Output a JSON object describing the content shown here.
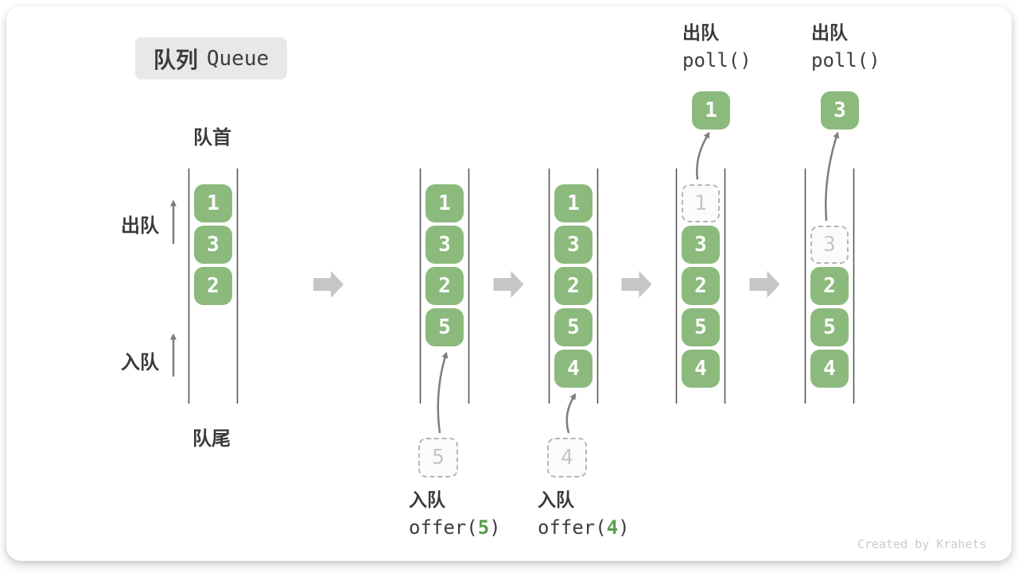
{
  "watermark": "Created by Krahets",
  "title": {
    "zh": "队列",
    "en": "Queue"
  },
  "labels": {
    "head": "队首",
    "tail": "队尾",
    "dequeue": "出队",
    "enqueue": "入队"
  },
  "colors": {
    "box_green": "#8cba7d",
    "box_text": "#ffffff",
    "code_arg_green": "#5a9e50",
    "dashed_border": "#b7b7b7",
    "dashed_text": "#c6c6c6",
    "column_line": "#4f4f4f",
    "arrow_gray": "#7d7d7d",
    "block_arrow_gray": "#c6c6c6",
    "label_text": "#3a3a3a",
    "title_bg": "#e8e8e8",
    "watermark_gray": "#cbcbcb"
  },
  "states": [
    {
      "name": "initial",
      "slots": [
        {
          "v": "1",
          "style": "green"
        },
        {
          "v": "3",
          "style": "green"
        },
        {
          "v": "2",
          "style": "green"
        }
      ]
    },
    {
      "name": "after-offer-5",
      "slots": [
        {
          "v": "1",
          "style": "green"
        },
        {
          "v": "3",
          "style": "green"
        },
        {
          "v": "2",
          "style": "green"
        },
        {
          "v": "5",
          "style": "green"
        }
      ],
      "incoming": {
        "value": "5"
      },
      "caption": {
        "action": "入队",
        "code_pre": "offer(",
        "code_arg": "5",
        "code_post": ")"
      }
    },
    {
      "name": "after-offer-4",
      "slots": [
        {
          "v": "1",
          "style": "green"
        },
        {
          "v": "3",
          "style": "green"
        },
        {
          "v": "2",
          "style": "green"
        },
        {
          "v": "5",
          "style": "green"
        },
        {
          "v": "4",
          "style": "green"
        }
      ],
      "incoming": {
        "value": "4"
      },
      "caption": {
        "action": "入队",
        "code_pre": "offer(",
        "code_arg": "4",
        "code_post": ")"
      }
    },
    {
      "name": "after-poll-1",
      "slots": [
        {
          "v": "1",
          "style": "dashed"
        },
        {
          "v": "3",
          "style": "green"
        },
        {
          "v": "2",
          "style": "green"
        },
        {
          "v": "5",
          "style": "green"
        },
        {
          "v": "4",
          "style": "green"
        }
      ],
      "outgoing": {
        "value": "1"
      },
      "top_caption": {
        "action": "出队",
        "code": "poll()"
      }
    },
    {
      "name": "after-poll-3",
      "slots": [
        {
          "style": "empty"
        },
        {
          "v": "3",
          "style": "dashed"
        },
        {
          "v": "2",
          "style": "green"
        },
        {
          "v": "5",
          "style": "green"
        },
        {
          "v": "4",
          "style": "green"
        }
      ],
      "outgoing": {
        "value": "3"
      },
      "top_caption": {
        "action": "出队",
        "code": "poll()"
      }
    }
  ]
}
